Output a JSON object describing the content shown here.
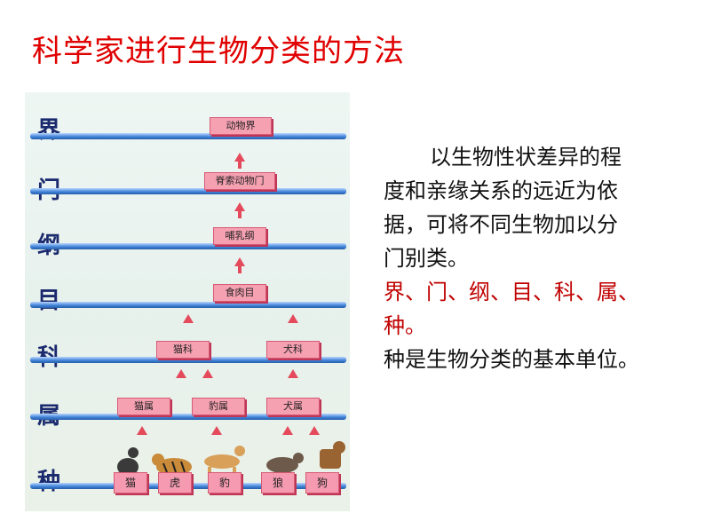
{
  "title": "科学家进行生物分类的方法",
  "ranks": [
    "界",
    "门",
    "纲",
    "目",
    "科",
    "属",
    "种"
  ],
  "taxa": {
    "kingdom": "动物界",
    "phylum": "脊索动物门",
    "class": "哺乳纲",
    "order": "食肉目",
    "families": [
      "猫科",
      "犬科"
    ],
    "genera": [
      "猫属",
      "豹属",
      "犬属"
    ],
    "species": [
      "猫",
      "虎",
      "豹",
      "狼",
      "狗"
    ]
  },
  "text": {
    "line1": "以生物性状差异的程",
    "line2": "度和亲缘关系的远近为依",
    "line3": "据，可将不同生物加以分",
    "line4": "门别类。",
    "ranks_line1": "界、门、纲、目、科、属、",
    "ranks_line2": "种。",
    "basic_unit": "种是生物分类的基本单位。"
  },
  "colors": {
    "title": "#e00000",
    "rank_text": "#c00000"
  }
}
